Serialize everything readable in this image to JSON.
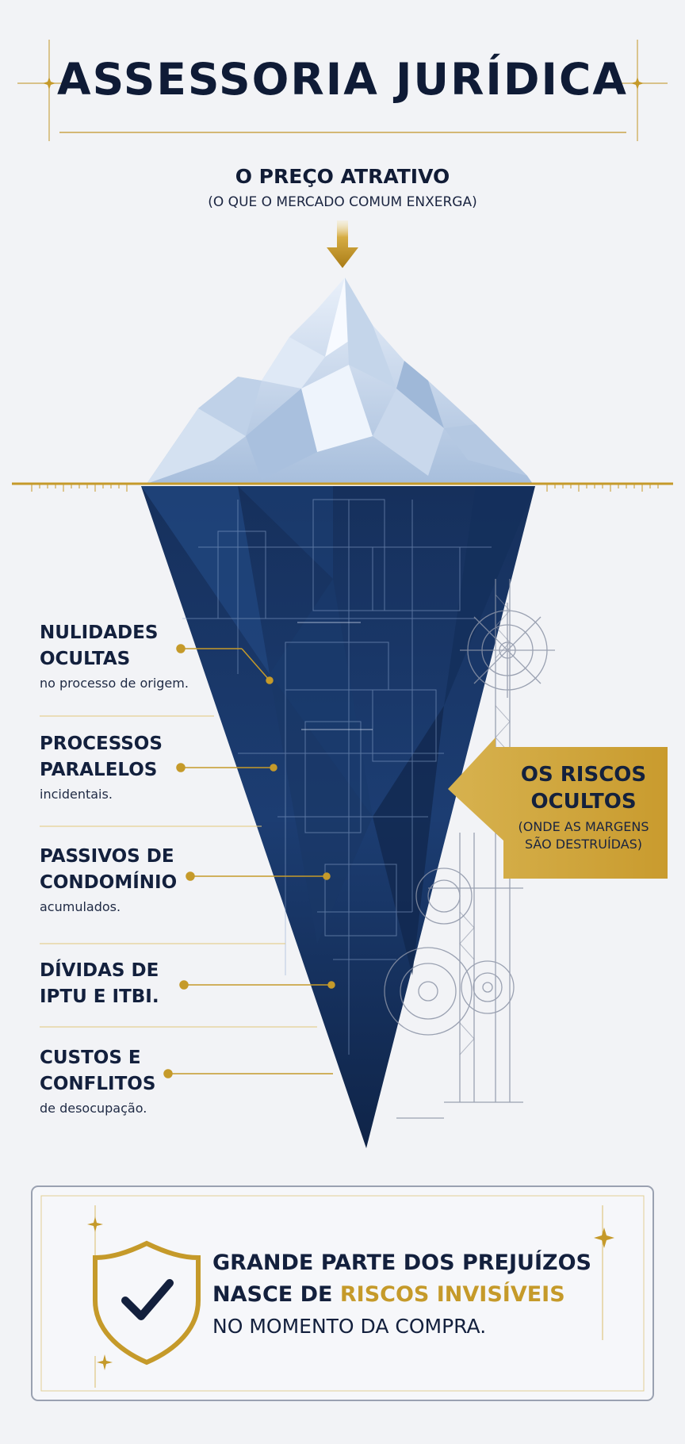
{
  "header": {
    "title": "ASSESSORIA JURÍDICA"
  },
  "tip": {
    "label": "O PREÇO ATRATIVO",
    "note": "(O QUE O MERCADO COMUM ENXERGA)"
  },
  "risks": [
    {
      "title": "NULIDADES\nOCULTAS",
      "detail": "no processo de origem."
    },
    {
      "title": "PROCESSOS\nPARALELOS",
      "detail": "incidentais."
    },
    {
      "title": "PASSIVOS DE\nCONDOMÍNIO",
      "detail": "acumulados."
    },
    {
      "title": "DÍVIDAS DE\nIPTU E ITBI.",
      "detail": ""
    },
    {
      "title": "CUSTOS E\nCONFLITOS",
      "detail": "de desocupação."
    }
  ],
  "hidden": {
    "title": "OS RISCOS\nOCULTOS",
    "note": "(ONDE AS MARGENS\nSÃO DESTRUÍDAS)"
  },
  "conclusion": {
    "line1": "GRANDE PARTE DOS PREJUÍZOS",
    "line2_prefix": "NASCE DE ",
    "line2_highlight": "RISCOS INVISÍVEIS",
    "line3": "NO MOMENTO DA COMPRA."
  },
  "icons": {
    "arrow": "down-arrow-icon",
    "pointer": "left-arrow-icon",
    "shield": "shield-check-icon",
    "sparkle": "sparkle-icon",
    "gears": "gear-icon"
  },
  "colors": {
    "navy": "#14213d",
    "gold": "#c59a2a",
    "ice": "#dbe6f3",
    "background": "#f2f3f6"
  }
}
